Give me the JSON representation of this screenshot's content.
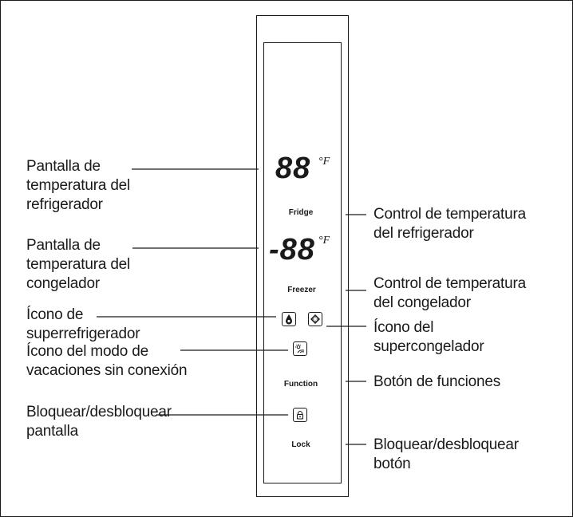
{
  "display": {
    "fridge_digits": "88",
    "freezer_digits": "-88",
    "unit": "°F"
  },
  "buttons": {
    "fridge": "Fridge",
    "freezer": "Freezer",
    "function": "Function",
    "lock": "Lock"
  },
  "icons": [
    "super-cool-icon",
    "super-freeze-icon",
    "vacation-mode-icon",
    "lock-icon"
  ],
  "labels_left": {
    "fridge_display": [
      "Pantalla de",
      "temperatura del",
      "refrigerador"
    ],
    "freezer_display": [
      "Pantalla de",
      "temperatura del",
      "congelador"
    ],
    "super_cool": [
      "Ícono de",
      "superrefrigerador"
    ],
    "vacation_mode": [
      "Ícono del modo de",
      "vacaciones sin conexión"
    ],
    "lock_display": [
      "Bloquear/desbloquear",
      "pantalla"
    ]
  },
  "labels_right": {
    "fridge_control": [
      "Control de temperatura",
      "del refrigerador"
    ],
    "freezer_control": [
      "Control de temperatura",
      "del congelador"
    ],
    "super_freeze": [
      "Ícono del",
      "supercongelador"
    ],
    "function_button": [
      "Botón de funciones"
    ],
    "lock_button": [
      "Bloquear/desbloquear",
      "botón"
    ]
  }
}
